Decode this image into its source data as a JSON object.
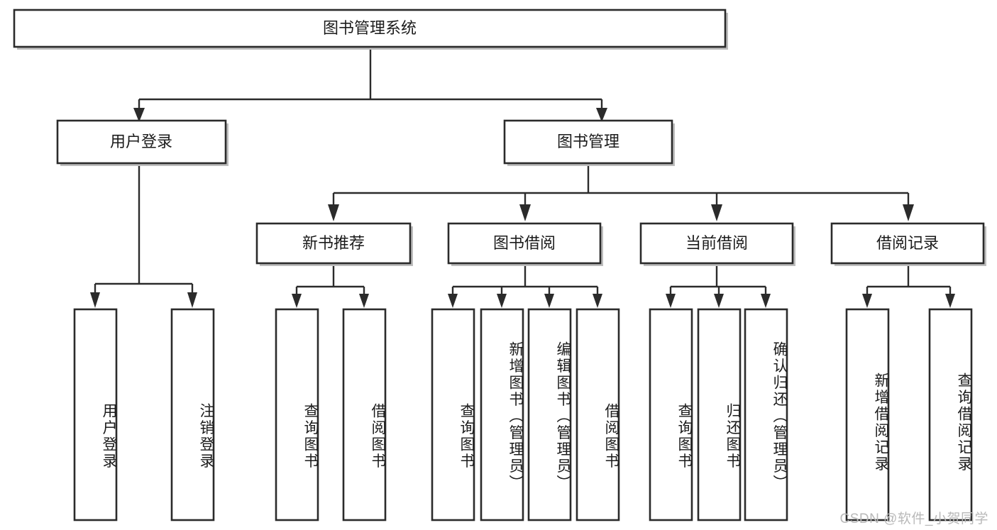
{
  "diagram": {
    "title": "图书管理系统",
    "type": "tree-hierarchy",
    "orientation": "top-down",
    "colors": {
      "node_fill": "#ffffff",
      "node_stroke": "#2b2b2b",
      "connector": "#2b2b2b",
      "shadow": "#bdbdbd",
      "text": "#1b1b1b",
      "watermark": "#b9b9b9",
      "background": "#ffffff"
    },
    "levels": {
      "level1_label": "图书管理系统",
      "level2_labels": [
        "用户登录",
        "图书管理"
      ],
      "level3_labels": [
        "新书推荐",
        "图书借阅",
        "当前借阅",
        "借阅记录"
      ]
    },
    "nodes": {
      "root": {
        "label": "图书管理系统"
      },
      "user_login": {
        "label": "用户登录"
      },
      "book_manage": {
        "label": "图书管理"
      },
      "new_book_rec": {
        "label": "新书推荐"
      },
      "book_borrow": {
        "label": "图书借阅"
      },
      "current_borrow": {
        "label": "当前借阅"
      },
      "borrow_record": {
        "label": "借阅记录"
      }
    },
    "leaves": [
      {
        "id": "leaf-user-login",
        "label": "用户登录",
        "parent": "用户登录"
      },
      {
        "id": "leaf-logout-login",
        "label": "注销登录",
        "parent": "用户登录"
      },
      {
        "id": "leaf-query-book-1",
        "label": "查询图书",
        "parent": "新书推荐"
      },
      {
        "id": "leaf-borrow-book-1",
        "label": "借阅图书",
        "parent": "新书推荐"
      },
      {
        "id": "leaf-query-book-2",
        "label": "查询图书",
        "parent": "图书借阅"
      },
      {
        "id": "leaf-add-book",
        "label": "新增图书（管理员）",
        "parent": "图书借阅"
      },
      {
        "id": "leaf-edit-book",
        "label": "编辑图书（管理员）",
        "parent": "图书借阅"
      },
      {
        "id": "leaf-borrow-book-2",
        "label": "借阅图书",
        "parent": "图书借阅"
      },
      {
        "id": "leaf-query-book-3",
        "label": "查询图书",
        "parent": "当前借阅"
      },
      {
        "id": "leaf-return-book",
        "label": "归还图书",
        "parent": "当前借阅"
      },
      {
        "id": "leaf-confirm-return",
        "label": "确认归还（管理员）",
        "parent": "当前借阅"
      },
      {
        "id": "leaf-add-record",
        "label": "新增借阅记录",
        "parent": "借阅记录"
      },
      {
        "id": "leaf-query-record",
        "label": "查询借阅记录",
        "parent": "借阅记录"
      }
    ]
  },
  "watermark": {
    "text": "CSDN @软件_小贺同学"
  }
}
